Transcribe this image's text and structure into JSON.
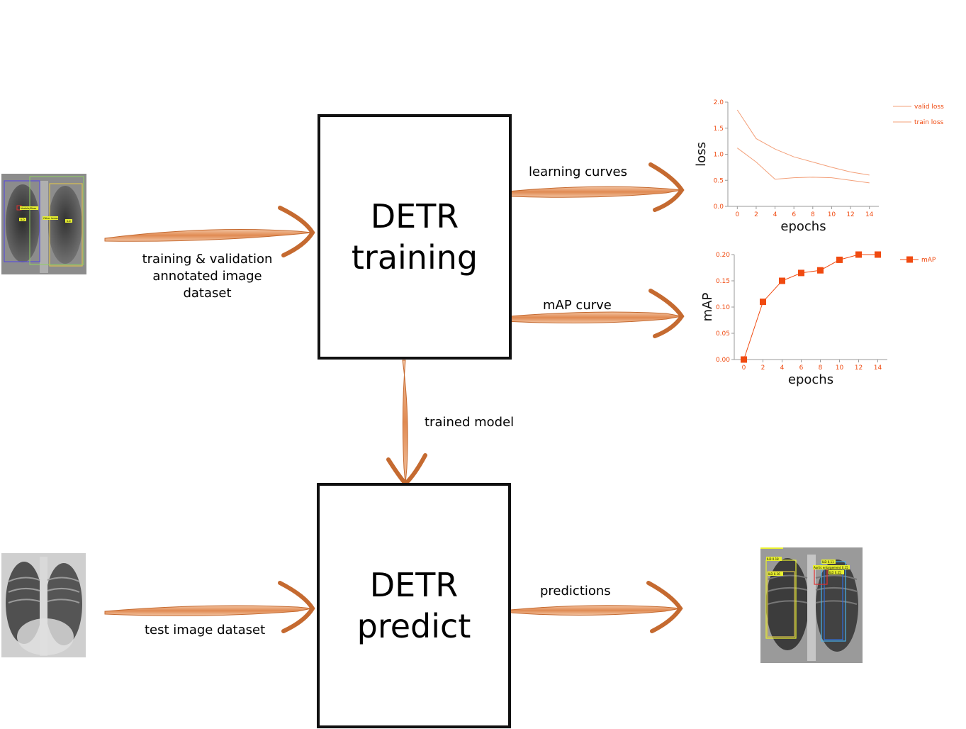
{
  "diagram": {
    "training_box": {
      "line1": "DETR",
      "line2": "training"
    },
    "predict_box": {
      "line1": "DETR",
      "line2": "predict"
    },
    "arrows": {
      "train_data": {
        "line1": "training & validation",
        "line2": "annotated image",
        "line3": "dataset"
      },
      "learning_curves": "learning curves",
      "map_curve": "mAP curve",
      "trained_model": "trained model",
      "test_data": "test image dataset",
      "predictions": "predictions"
    },
    "colors": {
      "arrow": "#e8a070",
      "chart": "#f04a10",
      "box": "#111111"
    }
  },
  "xray_annotated": {
    "tags": [
      "Nodule/Mass",
      "ILD",
      "Other lesion",
      "ILD"
    ]
  },
  "xray_predicted": {
    "tags": [
      "ILD 0.18",
      "ILD 0.16",
      "ILD 0.11",
      "Aortic enlargement 0.15",
      "ILD 0.25"
    ]
  },
  "chart_data": [
    {
      "type": "line",
      "xlabel": "epochs",
      "ylabel": "loss",
      "x": [
        0,
        2,
        4,
        6,
        8,
        10,
        12,
        14
      ],
      "xlim": [
        -1,
        15
      ],
      "ylim": [
        0,
        2.0
      ],
      "yticks": [
        "0.0",
        "0.5",
        "1.0",
        "1.5",
        "2.0"
      ],
      "xticks": [
        "0",
        "2",
        "4",
        "6",
        "8",
        "10",
        "12",
        "14"
      ],
      "legend": "top-right",
      "series": [
        {
          "name": "valid loss",
          "values": [
            1.85,
            1.3,
            1.1,
            0.95,
            0.85,
            0.75,
            0.66,
            0.6
          ]
        },
        {
          "name": "train loss",
          "values": [
            1.12,
            0.85,
            0.52,
            0.55,
            0.56,
            0.55,
            0.5,
            0.45
          ]
        }
      ]
    },
    {
      "type": "line",
      "xlabel": "epochs",
      "ylabel": "mAP",
      "x": [
        0,
        2,
        4,
        6,
        8,
        10,
        12,
        14
      ],
      "xlim": [
        -1,
        15
      ],
      "ylim": [
        0,
        0.2
      ],
      "yticks": [
        "0.00",
        "0.05",
        "0.10",
        "0.15",
        "0.20"
      ],
      "xticks": [
        "0",
        "2",
        "4",
        "6",
        "8",
        "10",
        "12",
        "14"
      ],
      "legend": "top-right",
      "series": [
        {
          "name": "mAP",
          "values": [
            0.0,
            0.11,
            0.15,
            0.165,
            0.17,
            0.19,
            0.2,
            0.2
          ]
        }
      ]
    }
  ]
}
